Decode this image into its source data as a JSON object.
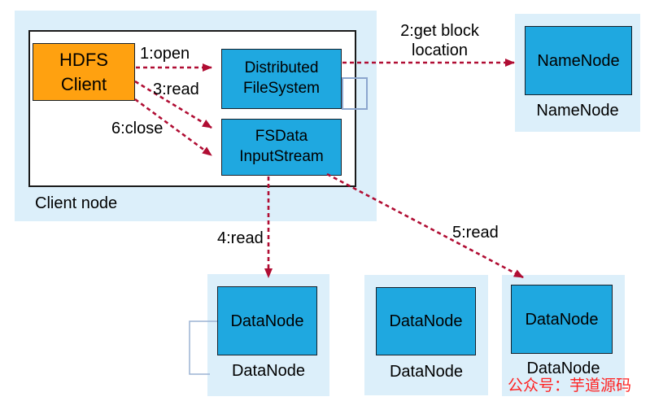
{
  "diagram": {
    "nodes": {
      "hdfs_client": {
        "line1": "HDFS",
        "line2": "Client"
      },
      "distributed_fs": {
        "line1": "Distributed",
        "line2": "FileSystem"
      },
      "fsdata_stream": {
        "line1": "FSData",
        "line2": "InputStream"
      },
      "namenode": {
        "box": "NameNode",
        "label": "NameNode"
      },
      "datanode1": {
        "box": "DataNode",
        "label": "DataNode"
      },
      "datanode2": {
        "box": "DataNode",
        "label": "DataNode"
      },
      "datanode3": {
        "box": "DataNode",
        "label": "DataNode"
      },
      "client_node_label": "Client node"
    },
    "edges": {
      "open": "1:open",
      "get_block_line1": "2:get block",
      "get_block_line2": "location",
      "read3": "3:read",
      "read4": "4:read",
      "read5": "5:read",
      "close6": "6:close"
    },
    "watermark": "公众号：芋道源码",
    "colors": {
      "container_fill": "#DCEFFA",
      "node_fill": "#1FA8E0",
      "client_fill": "#FFA110",
      "arrow": "#B00D33",
      "watermark": "#FF2222",
      "connector": "#9BB3D4",
      "border": "#17212b"
    }
  }
}
